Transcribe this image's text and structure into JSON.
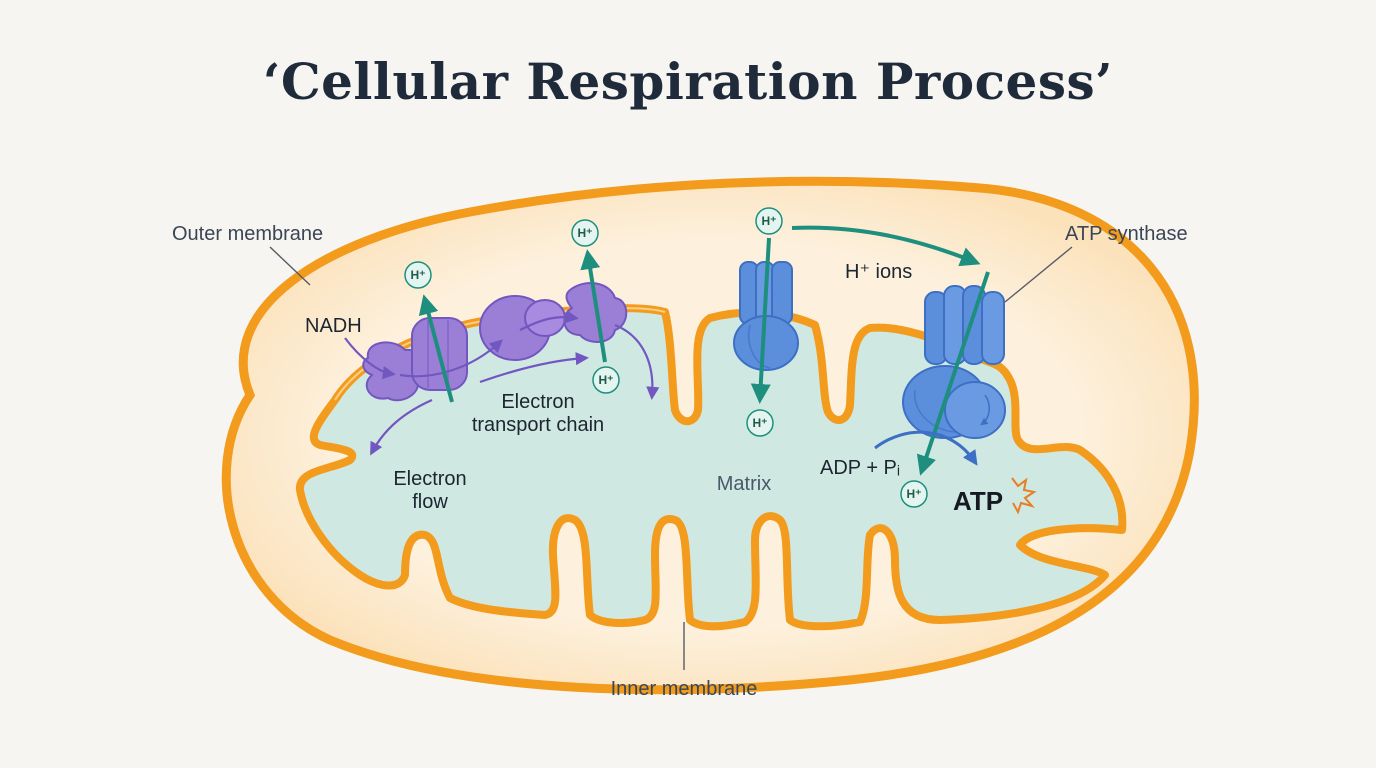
{
  "title": "‘Cellular Respiration Process’",
  "labels": {
    "outer_membrane": "Outer membrane",
    "atp_synthase": "ATP synthase",
    "nadh": "NADH",
    "h_ions": "H⁺ ions",
    "electron_transport_chain_line1": "Electron",
    "electron_transport_chain_line2": "transport chain",
    "electron_flow_line1": "Electron",
    "electron_flow_line2": "flow",
    "matrix": "Matrix",
    "adp_pi": "ADP + Pᵢ",
    "atp": "ATP",
    "inner_membrane": "Inner membrane"
  },
  "h_ions": [
    "H⁺",
    "H⁺",
    "H⁺",
    "H⁺",
    "H⁺",
    "H⁺"
  ],
  "colors": {
    "outer_membrane": "#f29b1d",
    "intermembrane_space": "#fdebd0",
    "matrix": "#cfe8e2",
    "proton_arrow": "#1e8f7e",
    "etc_protein": "#9b7fd6",
    "atp_synthase": "#5b8fdc",
    "atp_burst": "#e67e22"
  }
}
